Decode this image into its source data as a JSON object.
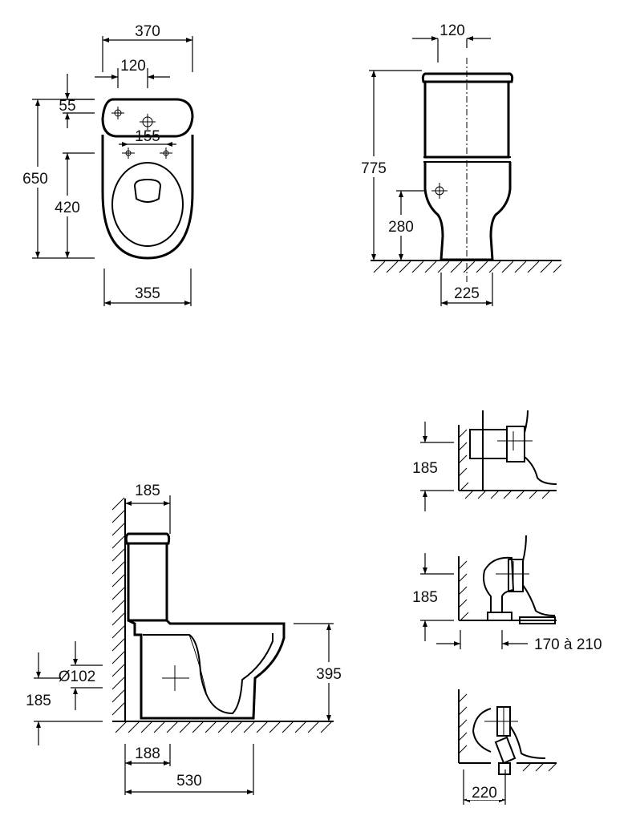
{
  "top_view": {
    "dim_width_top": "370",
    "dim_holes_spacing": "120",
    "dim_tank_offset": "55",
    "dim_seat_holes": "155",
    "dim_total_length": "650",
    "dim_seat_to_back": "420",
    "dim_width_bottom": "355"
  },
  "front_view": {
    "dim_inlet_offset": "120",
    "dim_total_height": "775",
    "dim_inlet_height": "280",
    "dim_base_width": "225"
  },
  "side_view": {
    "dim_tank_depth": "185",
    "dim_outlet_diameter": "Ø102",
    "dim_outlet_height": "185",
    "dim_seat_height": "395",
    "dim_outlet_offset": "188",
    "dim_total_depth": "530"
  },
  "detail_views": {
    "detail1_height": "185",
    "detail2_height": "185",
    "detail2_range": "170 à 210",
    "detail3_offset": "220"
  }
}
